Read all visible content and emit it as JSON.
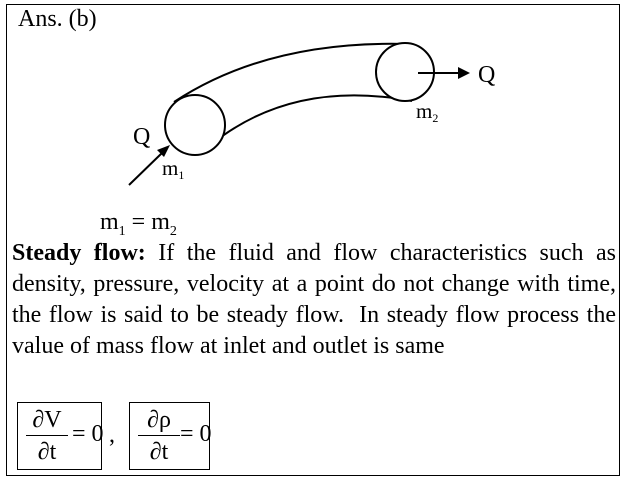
{
  "answer": "Ans. (b)",
  "diagram": {
    "flow_in": "Q",
    "flow_out": "Q",
    "mass_in": "m",
    "mass_in_sub": "1",
    "mass_out": "m",
    "mass_out_sub": "2"
  },
  "equation": {
    "lhs": "m",
    "lhs_sub": "1",
    "op": " = ",
    "rhs": "m",
    "rhs_sub": "2"
  },
  "paragraph": {
    "term": "Steady flow:",
    "text": " If the fluid and flow characteristics such as density, pressure, velocity at a point do not change with time, the flow is said to be steady flow.  In steady flow process the value of mass flow at inlet and outlet is same"
  },
  "formulas": [
    {
      "numerator": "∂V",
      "denominator": "∂t",
      "rhs": "= 0"
    },
    {
      "numerator": "∂ρ",
      "denominator": "∂t",
      "rhs": "= 0"
    }
  ],
  "separator": ","
}
